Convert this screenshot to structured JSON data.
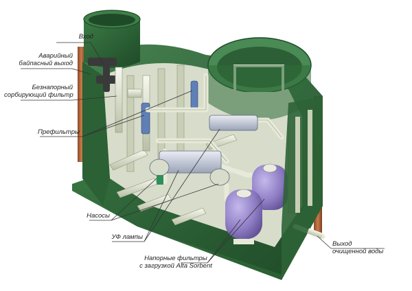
{
  "labels": {
    "inlet": "Вход",
    "emergency_bypass": [
      "Аварийный",
      "байпасный выход"
    ],
    "pressureless_filter": [
      "Безнапорный",
      "сорбирующий фильтр"
    ],
    "prefilters": "Префильтры",
    "pumps": "Насосы",
    "uv_lamps": "УФ лампы",
    "pressure_filters": [
      "Напорные фильтры",
      "с загрузкой Alta Sorbent"
    ],
    "outlet": [
      "Выход",
      "очищенной воды"
    ]
  },
  "colors": {
    "tank_green": "#2f6b3a",
    "tank_green_dark": "#1f4a28",
    "tank_green_light": "#4c8a55",
    "pipe": "#e8ecd8",
    "filter_purple": "#8f7fc0",
    "pipe_copper": "#b5683a",
    "leader_line": "#333333"
  }
}
